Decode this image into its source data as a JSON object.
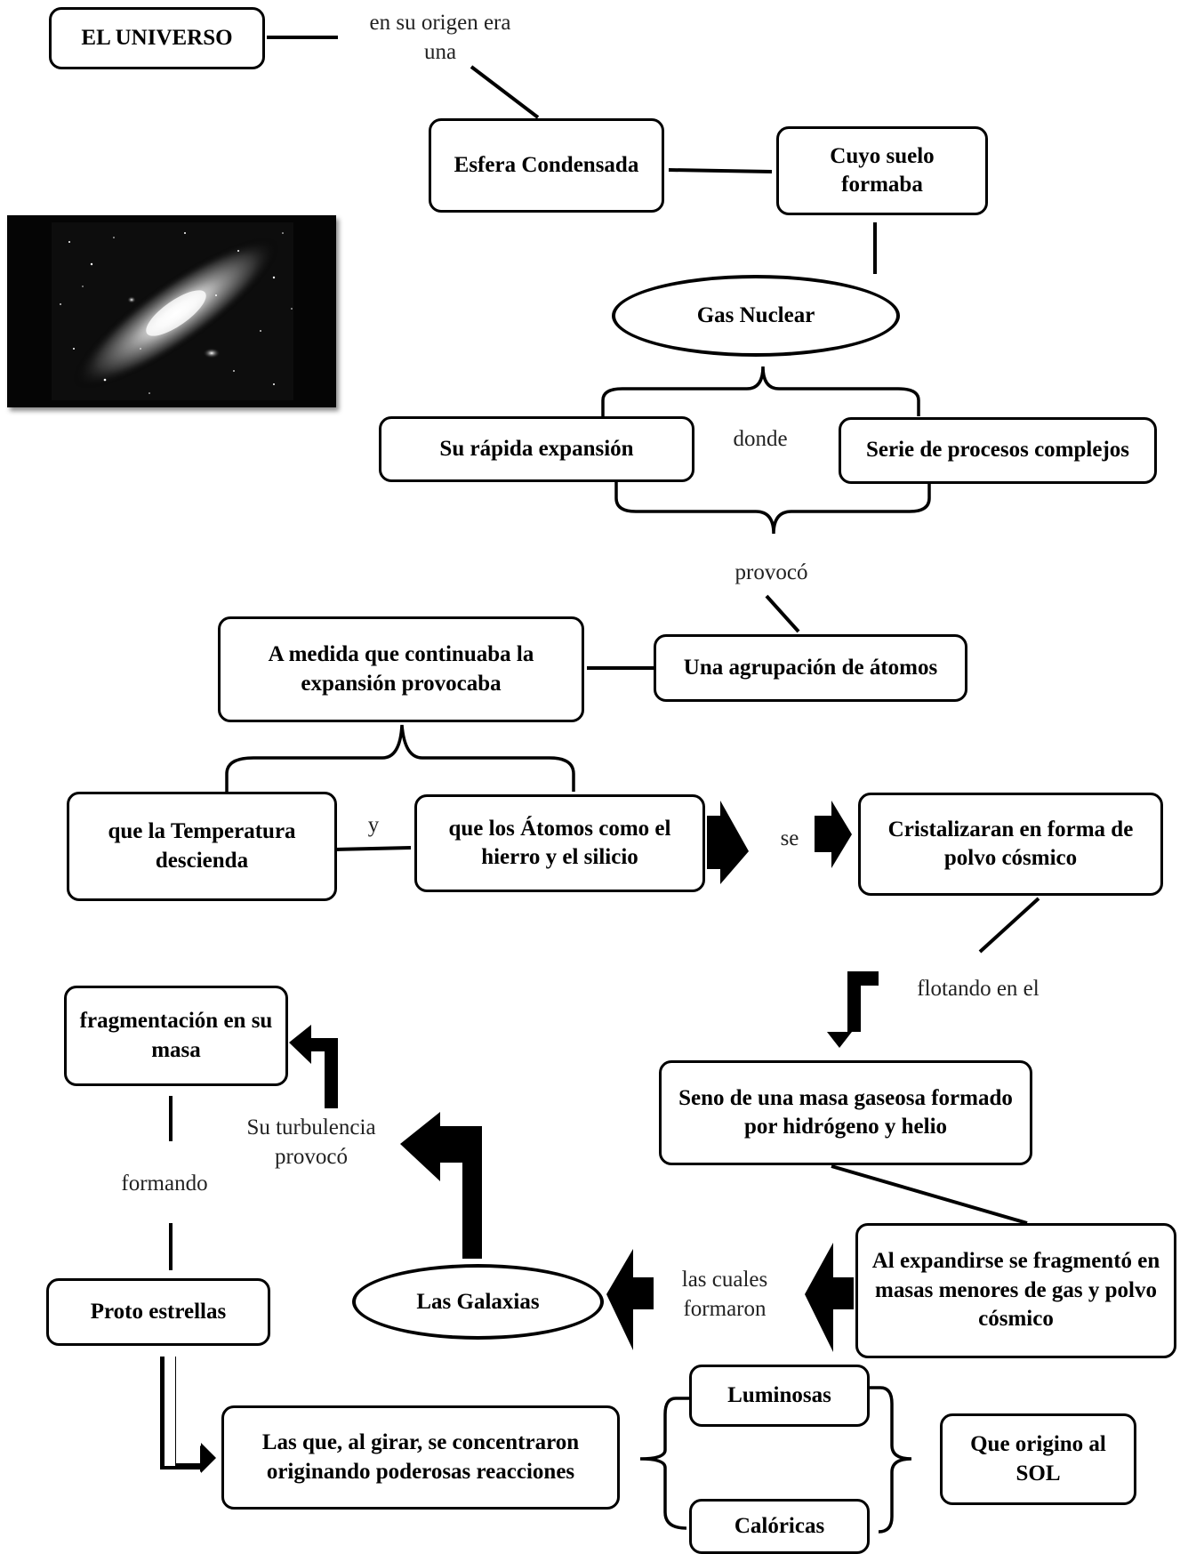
{
  "nodes": {
    "universe": "EL UNIVERSO",
    "sphere": "Esfera Condensada",
    "surface": "Cuyo suelo formaba",
    "gas": "Gas Nuclear",
    "expansion": "Su rápida expansión",
    "processes": "Serie de procesos complejos",
    "atoms_group": "Una agrupación de átomos",
    "as_continued": "A medida que continuaba la expansión provocaba",
    "temperature": "que la Temperatura descienda",
    "atoms_iron": "que los Átomos como el hierro y el silicio",
    "crystallize": "Cristalizaran en forma de polvo cósmico",
    "gas_mass": "Seno de una masa gaseosa formado por hidrógeno y helio",
    "fragmented": "Al expandirse se fragmentó en masas menores de gas y polvo cósmico",
    "galaxies": "Las Galaxias",
    "fragmentation": "fragmentación en su masa",
    "proto": "Proto estrellas",
    "rotating": "Las que, al girar, se concentraron originando poderosas reacciones",
    "luminous": "Luminosas",
    "caloric": "Calóricas",
    "sun": "Que origino al SOL"
  },
  "connectors": {
    "origin": "en su origen era una",
    "where": "donde",
    "caused": "provocó",
    "and": "y",
    "se": "se",
    "floating": "flotando en el",
    "which_formed": "las cuales formaron",
    "turbulence": "Su turbulencia provocó",
    "forming": "formando"
  }
}
